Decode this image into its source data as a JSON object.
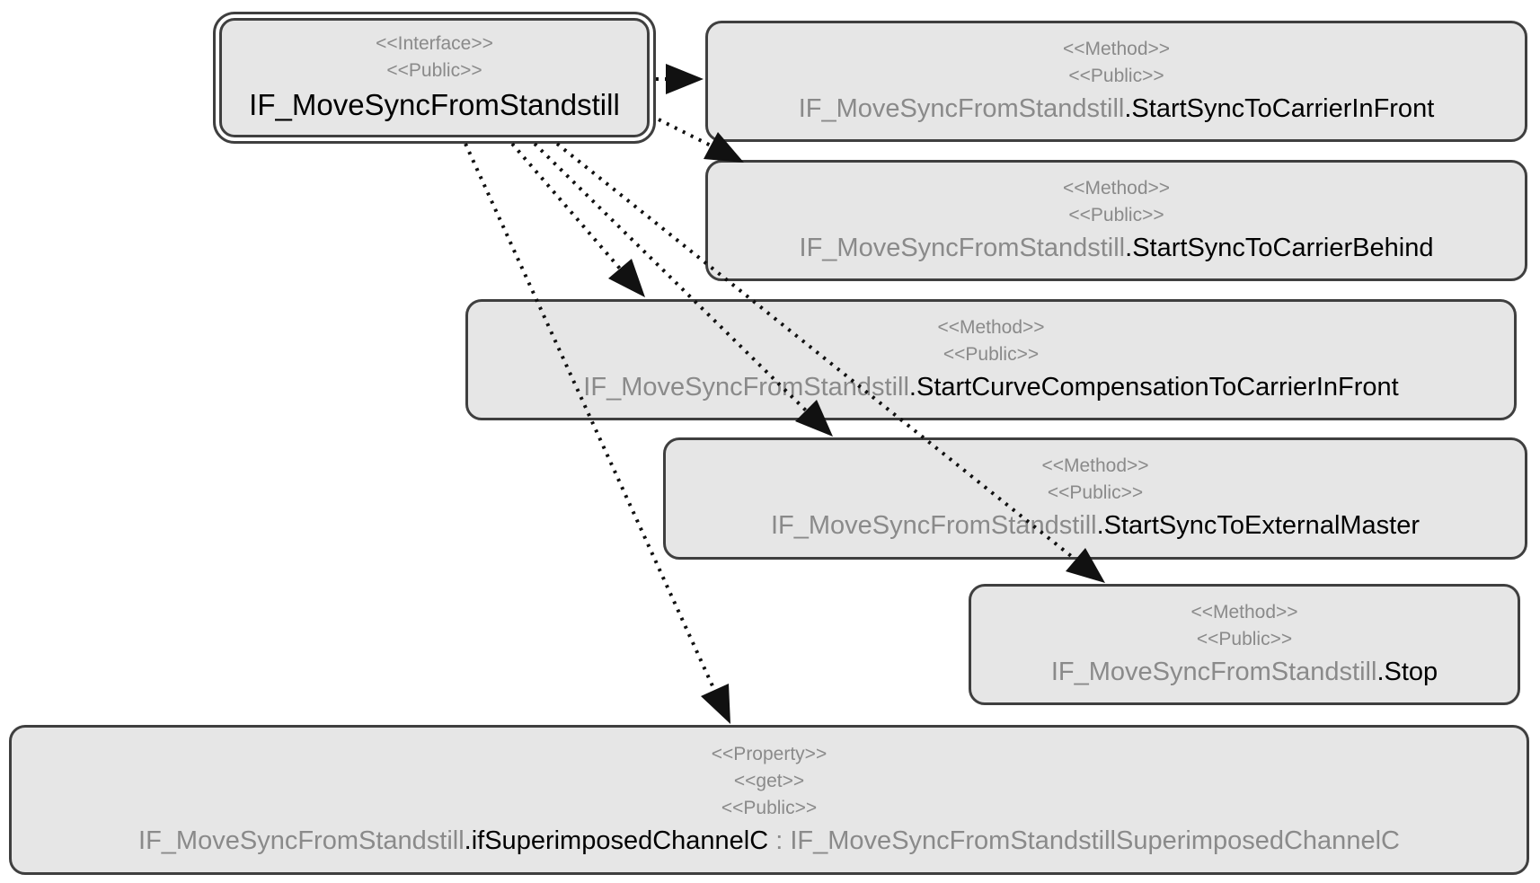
{
  "diagram": {
    "interface_box": {
      "stereotypes": [
        "<<Interface>>",
        "<<Public>>"
      ],
      "name": "IF_MoveSyncFromStandstill"
    },
    "member_boxes": [
      {
        "stereotypes": [
          "<<Method>>",
          "<<Public>>"
        ],
        "qualifier": "IF_MoveSyncFromStandstill",
        "separator": ".",
        "name": "StartSyncToCarrierInFront",
        "type_suffix": ""
      },
      {
        "stereotypes": [
          "<<Method>>",
          "<<Public>>"
        ],
        "qualifier": "IF_MoveSyncFromStandstill",
        "separator": ".",
        "name": "StartSyncToCarrierBehind",
        "type_suffix": ""
      },
      {
        "stereotypes": [
          "<<Method>>",
          "<<Public>>"
        ],
        "qualifier": "IF_MoveSyncFromStandstill",
        "separator": ".",
        "name": "StartCurveCompensationToCarrierInFront",
        "type_suffix": ""
      },
      {
        "stereotypes": [
          "<<Method>>",
          "<<Public>>"
        ],
        "qualifier": "IF_MoveSyncFromStandstill",
        "separator": ".",
        "name": "StartSyncToExternalMaster",
        "type_suffix": ""
      },
      {
        "stereotypes": [
          "<<Method>>",
          "<<Public>>"
        ],
        "qualifier": "IF_MoveSyncFromStandstill",
        "separator": ".",
        "name": "Stop",
        "type_suffix": ""
      },
      {
        "stereotypes": [
          "<<Property>>",
          "<<get>>",
          "<<Public>>"
        ],
        "qualifier": "IF_MoveSyncFromStandstill",
        "separator": ".",
        "name": "ifSuperimposedChannelC",
        "type_suffix": " : IF_MoveSyncFromStandstillSuperimposedChannelC"
      }
    ],
    "connectors": [
      {
        "from": "IF_MoveSyncFromStandstill",
        "to": "StartSyncToCarrierInFront",
        "style": "dotted-arrow"
      },
      {
        "from": "IF_MoveSyncFromStandstill",
        "to": "StartSyncToCarrierBehind",
        "style": "dotted-arrow"
      },
      {
        "from": "IF_MoveSyncFromStandstill",
        "to": "StartCurveCompensationToCarrierInFront",
        "style": "dotted-arrow"
      },
      {
        "from": "IF_MoveSyncFromStandstill",
        "to": "StartSyncToExternalMaster",
        "style": "dotted-arrow"
      },
      {
        "from": "IF_MoveSyncFromStandstill",
        "to": "Stop",
        "style": "dotted-arrow"
      },
      {
        "from": "IF_MoveSyncFromStandstill",
        "to": "ifSuperimposedChannelC",
        "style": "dotted-arrow"
      }
    ],
    "colors": {
      "background": "#ffffff",
      "box_fill": "#e6e6e6",
      "box_border": "#3f3f3f",
      "stereotype_text": "#8a8a8a",
      "member_text": "#000000",
      "connector": "#111111"
    }
  }
}
